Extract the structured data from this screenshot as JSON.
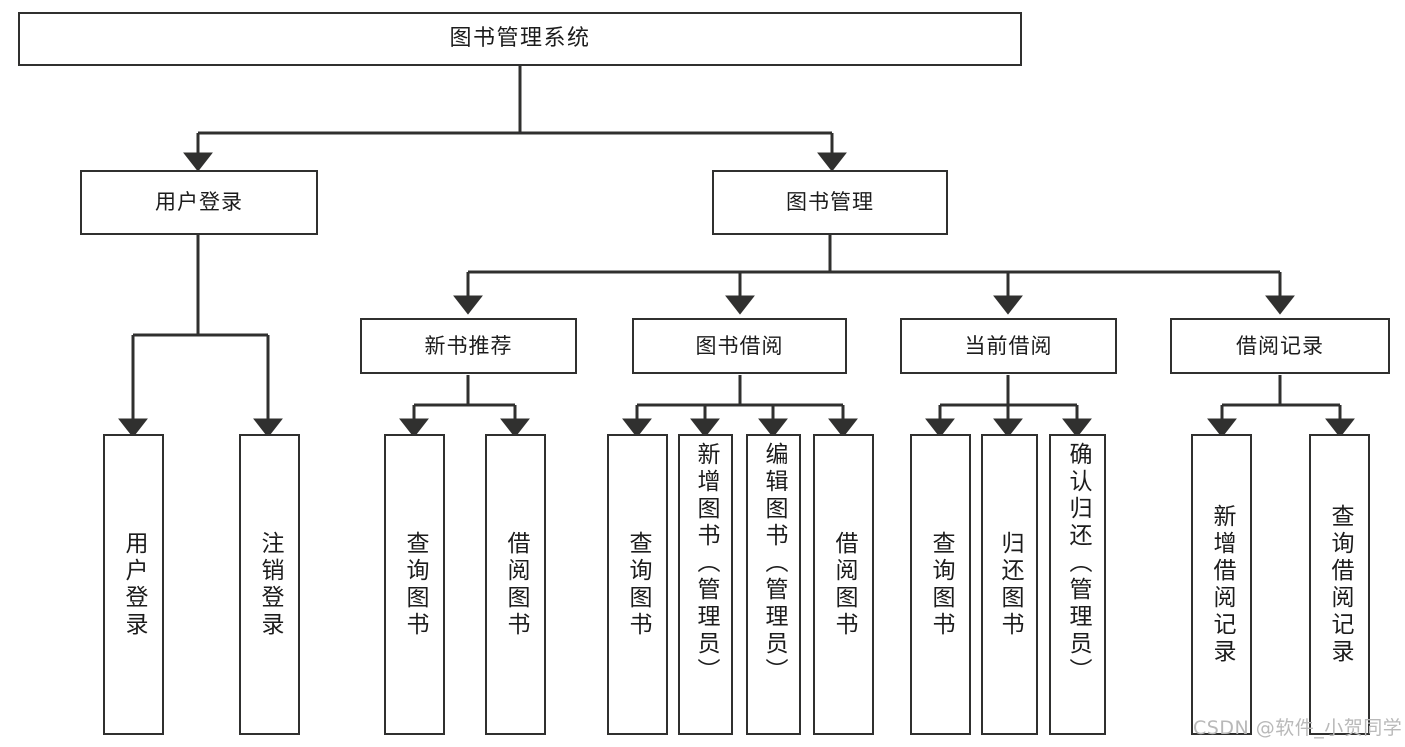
{
  "diagram": {
    "title_text": "图书管理系统",
    "type": "hierarchy-tree",
    "background_color": "#ffffff",
    "line_color": "#30302f",
    "text_color": "#1c1c1c"
  },
  "nodes": {
    "root": {
      "label": "图书管理系统"
    },
    "level2": [
      {
        "label": "用户登录"
      },
      {
        "label": "图书管理"
      }
    ],
    "level3": [
      {
        "label": "新书推荐"
      },
      {
        "label": "图书借阅"
      },
      {
        "label": "当前借阅"
      },
      {
        "label": "借阅记录"
      }
    ],
    "leaves_user_login": [
      {
        "label": "用户登录"
      },
      {
        "label": "注销登录"
      }
    ],
    "leaves_new_book": [
      {
        "label": "查询图书"
      },
      {
        "label": "借阅图书"
      }
    ],
    "leaves_borrow": [
      {
        "label": "查询图书"
      },
      {
        "label": "新增图书（管理员）"
      },
      {
        "label": "编辑图书（管理员）"
      },
      {
        "label": "借阅图书"
      }
    ],
    "leaves_current": [
      {
        "label": "查询图书"
      },
      {
        "label": "归还图书"
      },
      {
        "label": "确认归还（管理员）"
      }
    ],
    "leaves_records": [
      {
        "label": "新增借阅记录"
      },
      {
        "label": "查询借阅记录"
      }
    ]
  },
  "watermark": {
    "text": "CSDN @软件_小贺同学"
  }
}
